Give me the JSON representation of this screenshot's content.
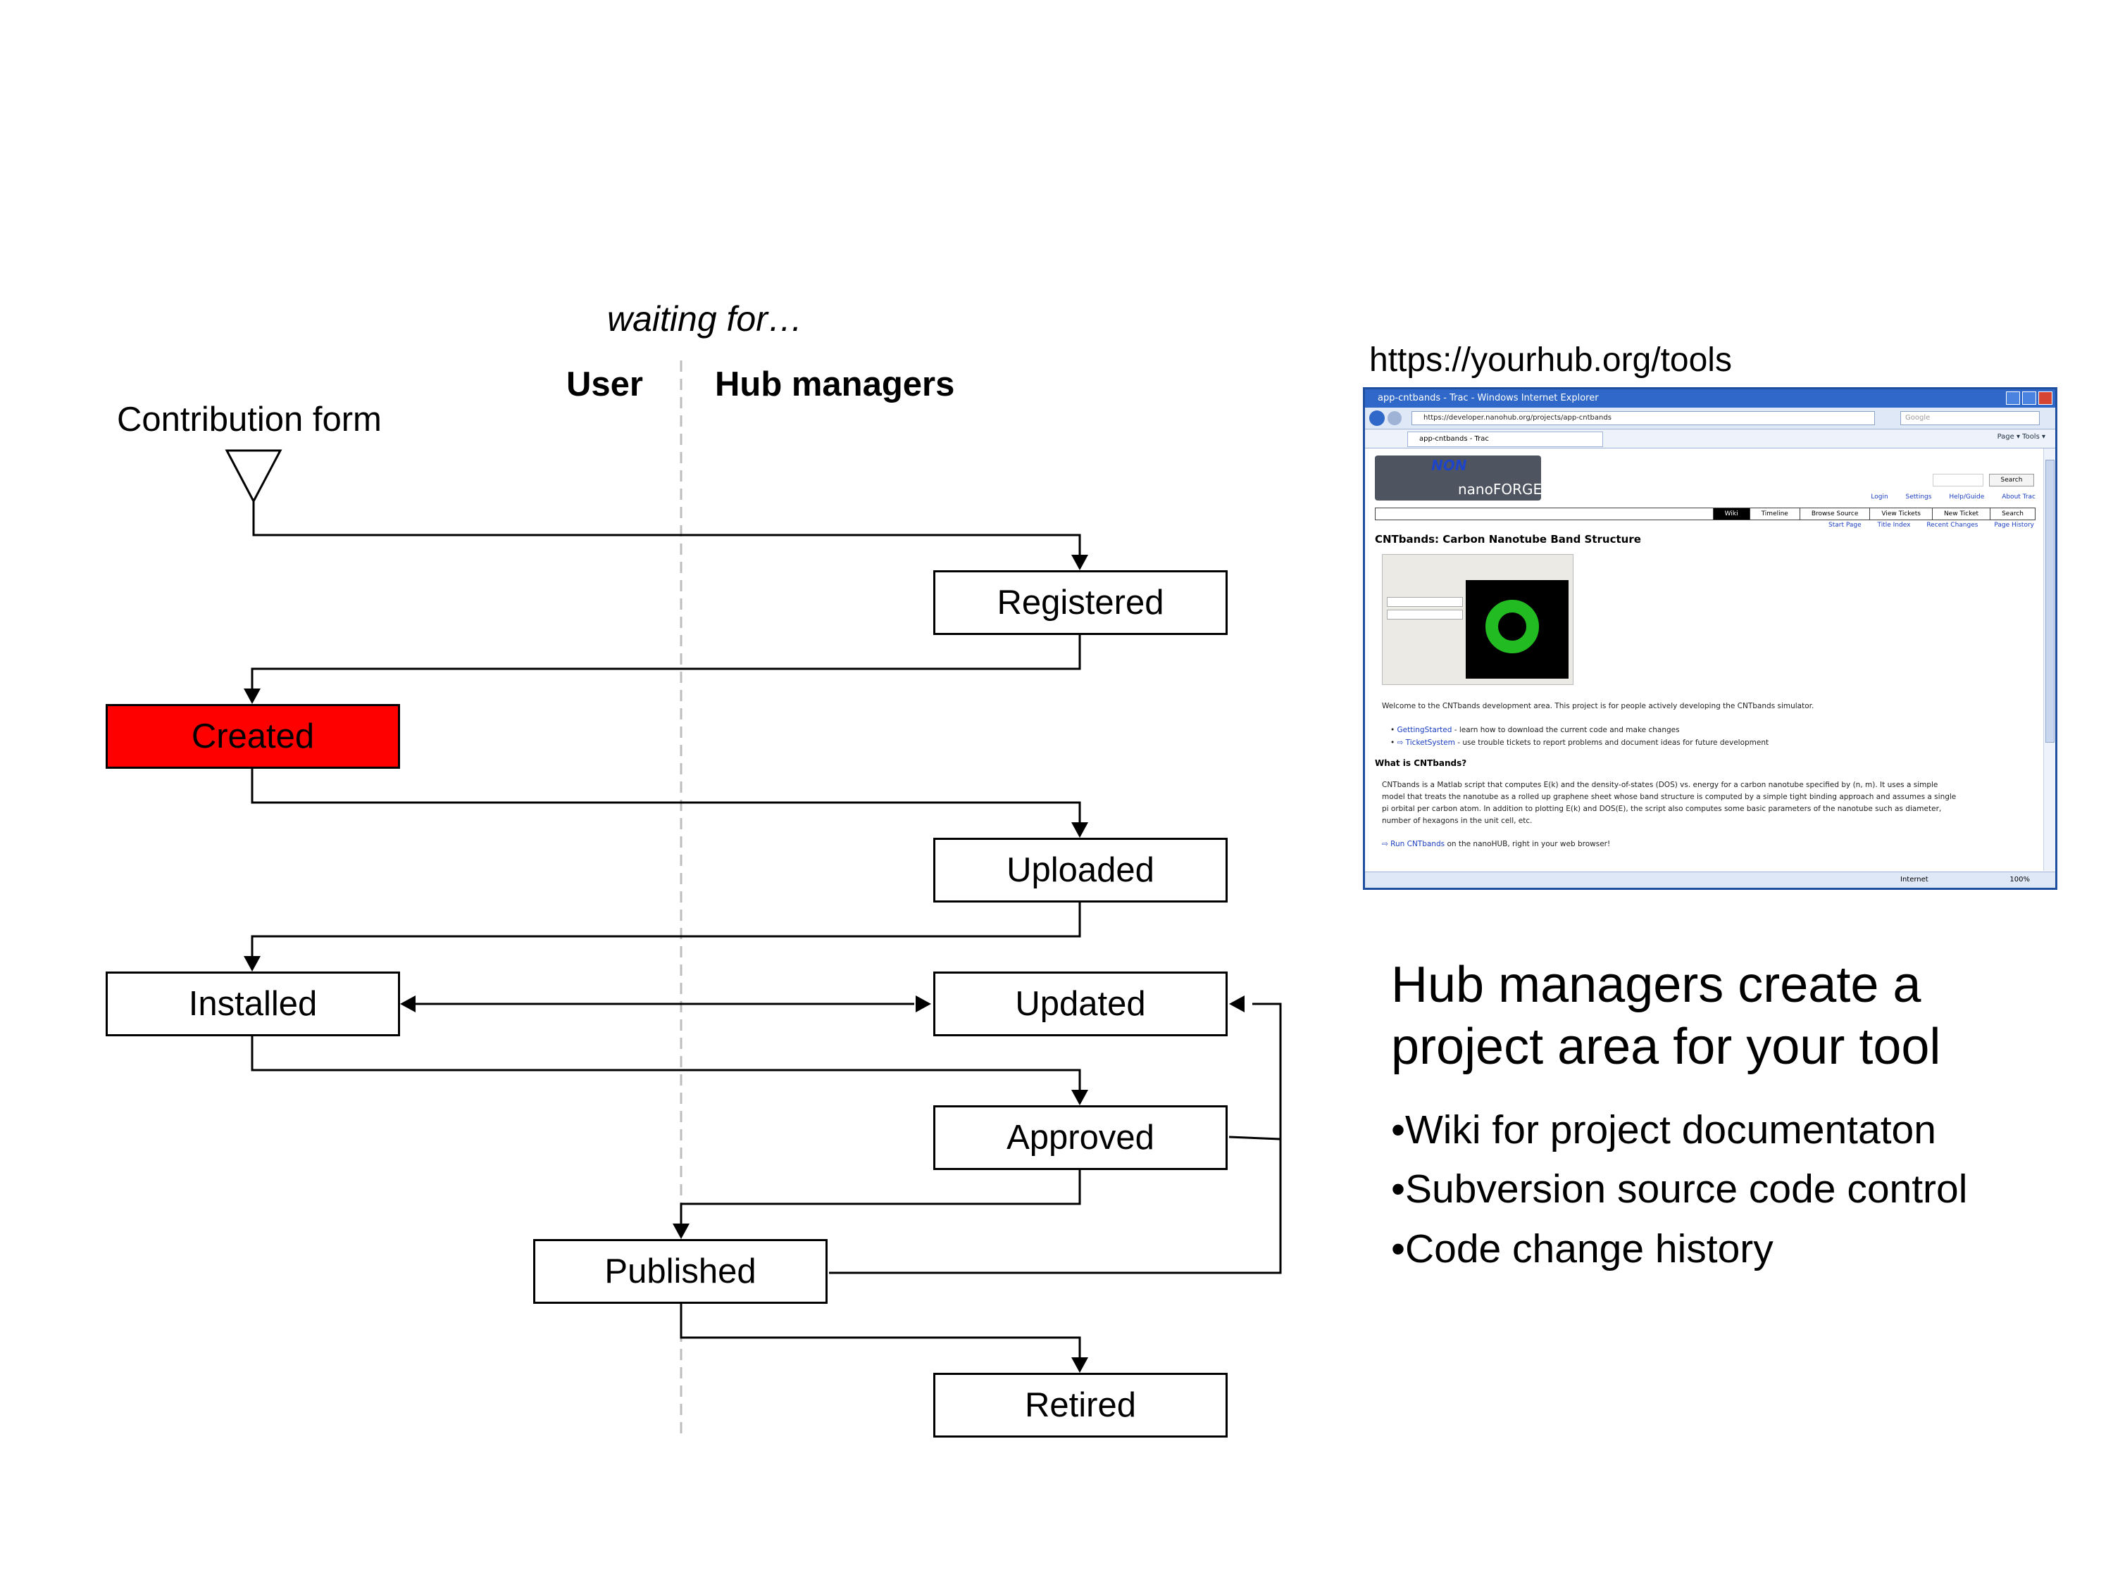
{
  "header": {
    "waiting_for": "waiting for…",
    "col_user": "User",
    "col_hub_managers": "Hub managers",
    "contribution_form": "Contribution form"
  },
  "states": {
    "registered": "Registered",
    "created": "Created",
    "uploaded": "Uploaded",
    "installed": "Installed",
    "updated": "Updated",
    "approved": "Approved",
    "published": "Published",
    "retired": "Retired"
  },
  "highlight_color": "#ff0000",
  "screenshot": {
    "url_caption": "https://yourhub.org/tools",
    "window_title": "app-cntbands - Trac - Windows Internet Explorer",
    "address": "https://developer.nanohub.org/projects/app-cntbands",
    "search_box": "Google",
    "tab_label": "app-cntbands - Trac",
    "toolbar_tools": "Page ▾   Tools ▾",
    "logo_top": "NON",
    "logo_bottom": "nanoFORGE",
    "search_button": "Search",
    "meta_nav": [
      "Login",
      "Settings",
      "Help/Guide",
      "About Trac"
    ],
    "main_nav": [
      "Wiki",
      "Timeline",
      "Browse Source",
      "View Tickets",
      "New Ticket",
      "Search"
    ],
    "context_nav": [
      "Start Page",
      "Title Index",
      "Recent Changes",
      "Page History"
    ],
    "page_title": "CNTbands: Carbon Nanotube Band Structure",
    "welcome": "Welcome to the CNTbands development area. This project is for people actively developing the CNTbands simulator.",
    "getting_started_link": "GettingStarted",
    "getting_started_text": " - learn how to download the current code and make changes",
    "ticket_link": "⇨ TicketSystem",
    "ticket_text": " - use trouble tickets to report problems and document ideas for future development",
    "what_is_heading": "What is CNTbands?",
    "what_is_lines": [
      "CNTbands is a Matlab script that computes E(k) and the density-of-states (DOS) vs. energy for a carbon nanotube specified by (n, m). It uses a simple",
      "model that treats the nanotube as a rolled up graphene sheet whose band structure is computed by a simple tight binding approach and assumes a single",
      "pi orbital per carbon atom. In addition to plotting E(k) and DOS(E), the script also computes some basic parameters of the nanotube such as diameter,",
      "number of hexagons in the unit cell, etc."
    ],
    "run_link": "⇨ Run CNTbands",
    "run_text": " on the nanoHUB, right in your web browser!",
    "status_zone": "Internet",
    "status_zoom": "100%"
  },
  "description": {
    "heading_line1": "Hub managers create a",
    "heading_line2": "project area for your tool",
    "bullets": [
      "•Wiki for project documentaton",
      "•Subversion source code control",
      "•Code change history"
    ]
  }
}
